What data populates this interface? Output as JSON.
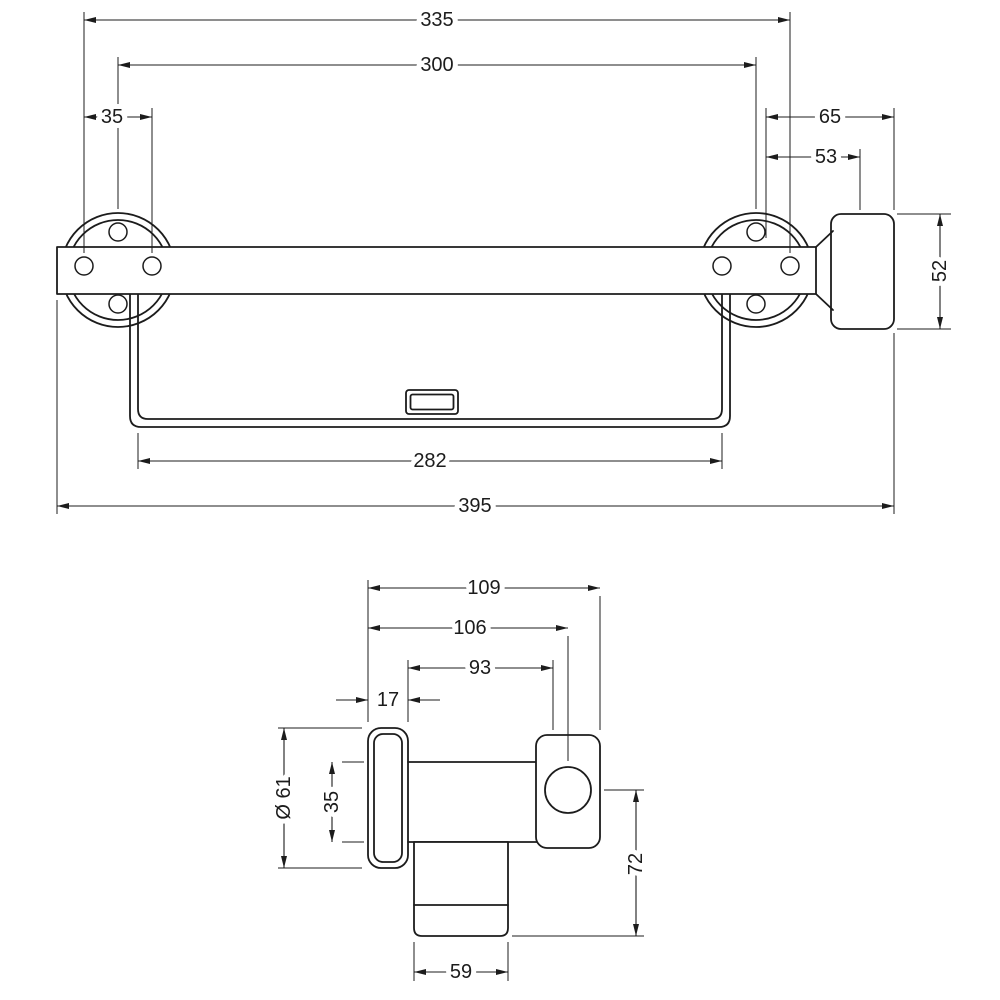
{
  "style": {
    "ink_color": "#1c1c1c",
    "paper_color": "#ffffff"
  },
  "front_view": {
    "dims": {
      "d_335": "335",
      "d_300": "300",
      "d_35": "35",
      "d_65": "65",
      "d_53": "53",
      "d_52": "52",
      "d_282": "282",
      "d_395": "395"
    }
  },
  "side_view": {
    "dims": {
      "d_109": "109",
      "d_106": "106",
      "d_93": "93",
      "d_17": "17",
      "d_dia_61": "Ø 61",
      "d_35": "35",
      "d_72": "72",
      "d_59": "59"
    }
  }
}
